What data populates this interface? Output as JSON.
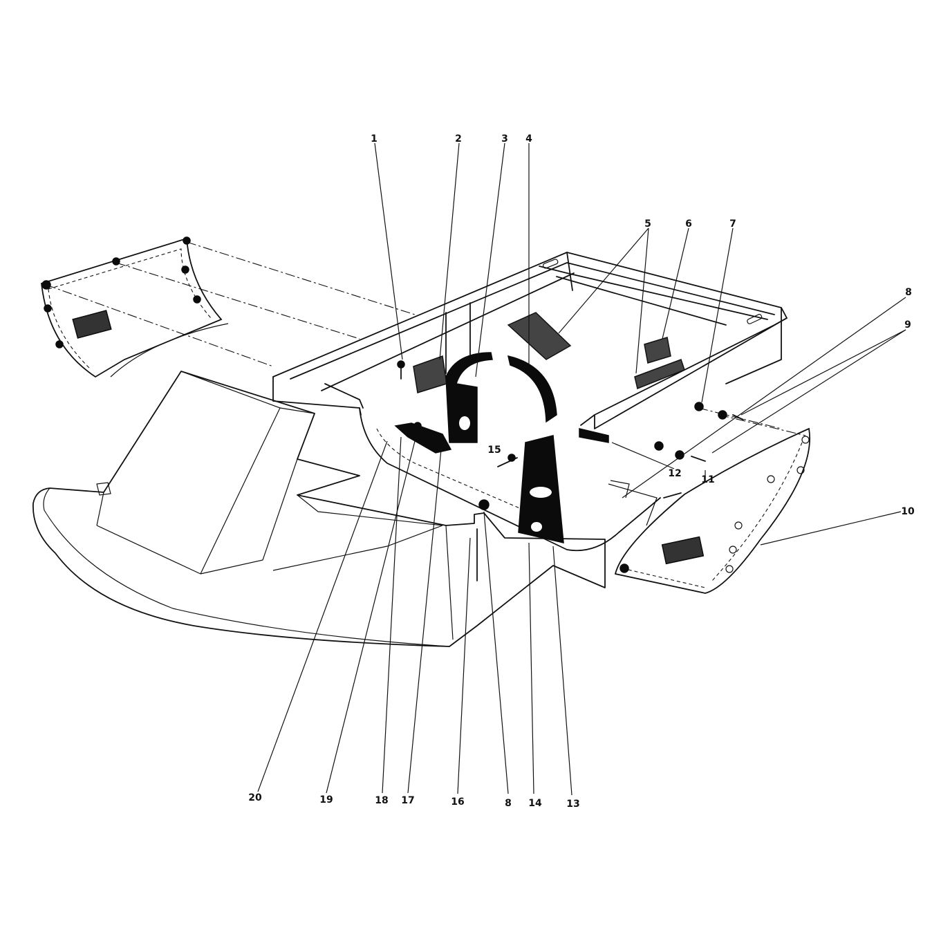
{
  "callouts": [
    {
      "id": "c1",
      "text": "1"
    },
    {
      "id": "c2",
      "text": "2"
    },
    {
      "id": "c3",
      "text": "3"
    },
    {
      "id": "c4",
      "text": "4"
    },
    {
      "id": "c5",
      "text": "5"
    },
    {
      "id": "c6",
      "text": "6"
    },
    {
      "id": "c7",
      "text": "7"
    },
    {
      "id": "c8a",
      "text": "8"
    },
    {
      "id": "c9",
      "text": "9"
    },
    {
      "id": "c10",
      "text": "10"
    },
    {
      "id": "c11",
      "text": "11"
    },
    {
      "id": "c12",
      "text": "12"
    },
    {
      "id": "c15",
      "text": "15"
    },
    {
      "id": "c20",
      "text": "20"
    },
    {
      "id": "c19",
      "text": "19"
    },
    {
      "id": "c18",
      "text": "18"
    },
    {
      "id": "c17",
      "text": "17"
    },
    {
      "id": "c16",
      "text": "16"
    },
    {
      "id": "c8b",
      "text": "8"
    },
    {
      "id": "c14",
      "text": "14"
    },
    {
      "id": "c13",
      "text": "13"
    }
  ]
}
